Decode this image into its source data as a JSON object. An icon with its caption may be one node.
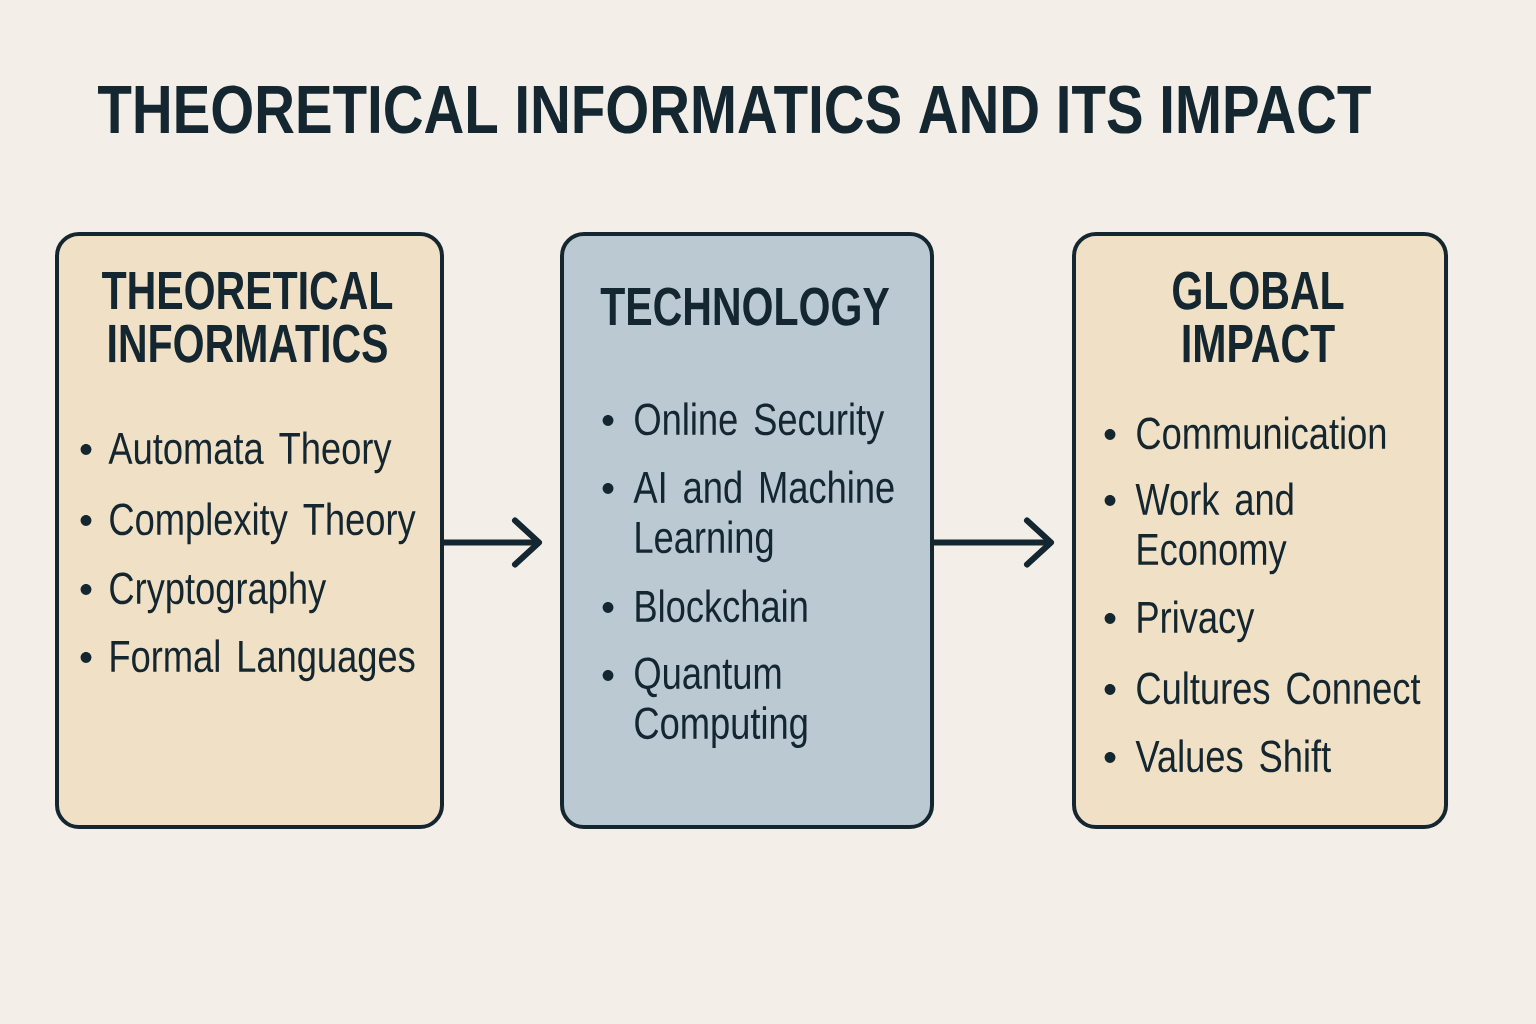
{
  "diagram": {
    "title": "THEORETICAL INFORMATICS AND ITS IMPACT",
    "nodes": [
      {
        "text": [
          "THEORETICAL INFORMATICS",
          "Automata Theory",
          "Complexity Theory",
          "Cryptography",
          "Formal Languages"
        ]
      },
      {
        "text": [
          "TECHNOLOGY",
          "Online Security",
          "AI and Machine Learning",
          "Blockchain",
          "Quantum Computing"
        ]
      },
      {
        "text": [
          "GLOBAL IMPACT",
          "Communication",
          "Work and Economy",
          "Privacy",
          "Cultures Connect",
          "Values Shift"
        ]
      }
    ],
    "edges": [
      {
        "from": 0,
        "to": 1,
        "arrow": "to"
      },
      {
        "from": 1,
        "to": 2,
        "arrow": "to"
      }
    ]
  }
}
